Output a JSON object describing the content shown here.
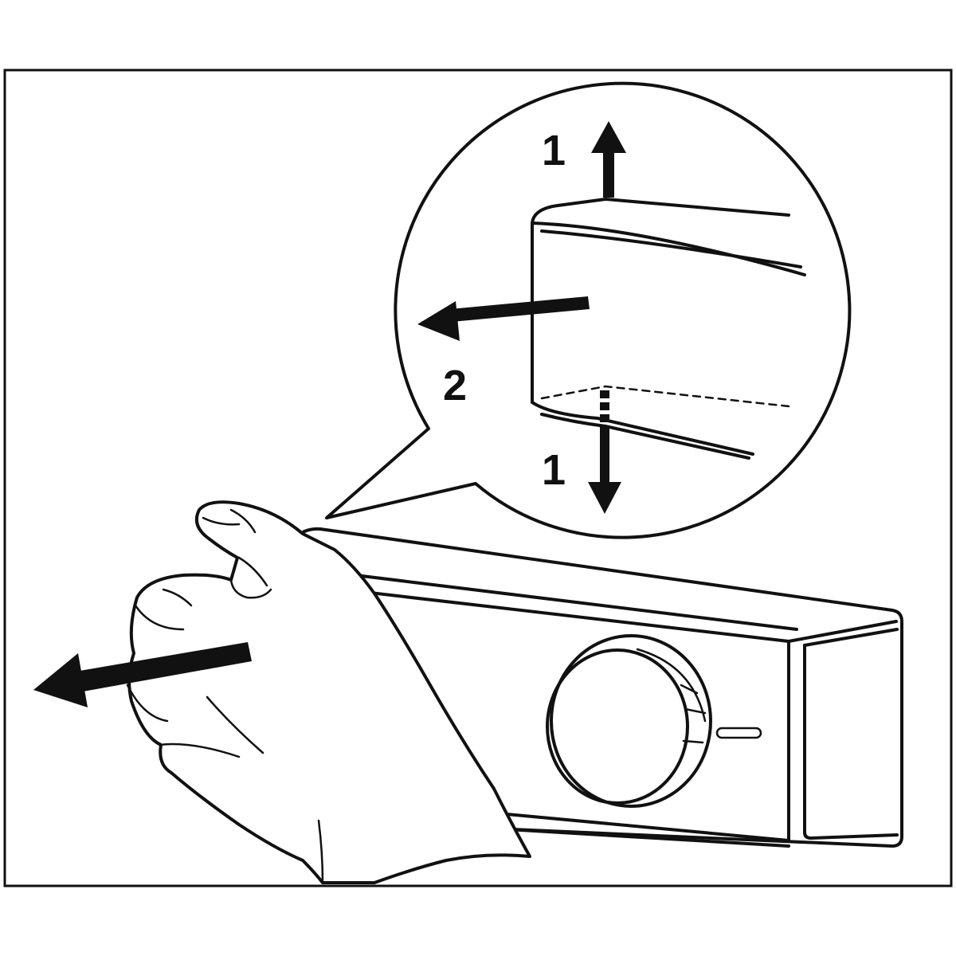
{
  "diagram": {
    "steps": {
      "step_up": "1",
      "step_pull": "2",
      "step_down": "1"
    },
    "colors": {
      "line": "#111111",
      "background": "#ffffff"
    }
  }
}
